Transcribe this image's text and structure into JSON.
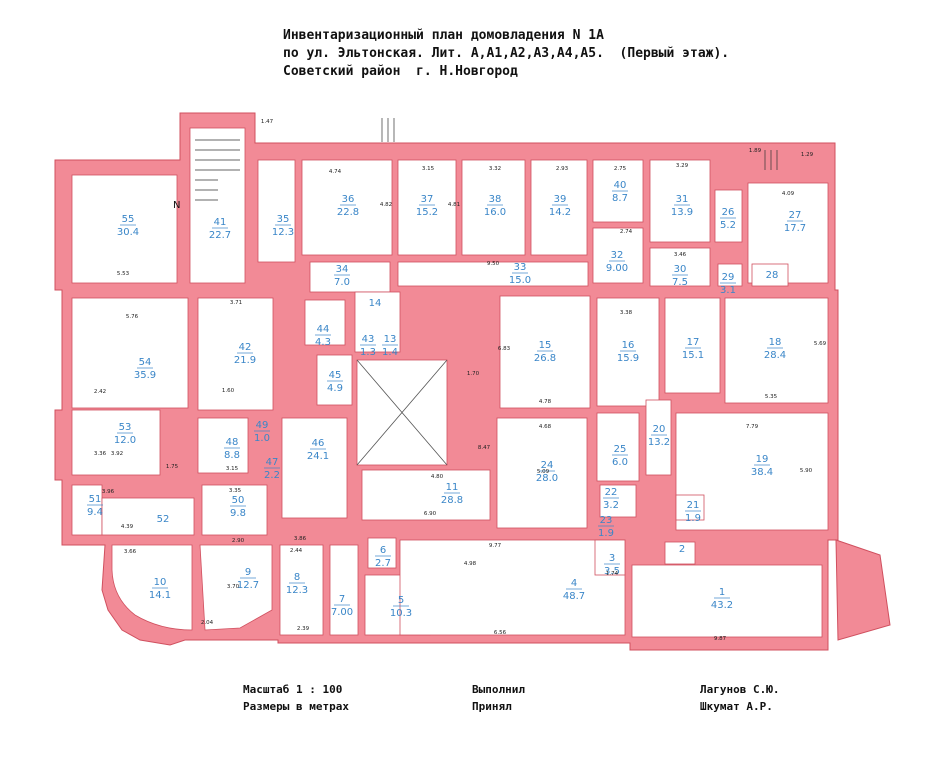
{
  "header": {
    "line1": "Инвентаризационный план домовладения N 1А",
    "line2": "по ул. Эльтонская. Лит. А,А1,А2,А3,А4,А5.  (Первый этаж).",
    "line3": "Советский район  г. Н.Новгород"
  },
  "footer": {
    "scale": "Масштаб 1 : 100",
    "units": "Размеры в метрах",
    "done_label": "Выполнил",
    "accepted_label": "Принял",
    "done_name": "Лагунов С.Ю.",
    "accepted_name": "Шкумат А.Р."
  },
  "colors": {
    "wall": "#f28a96",
    "wall_edge": "#d0505f",
    "room_label": "#3a86c8"
  },
  "compass_letter": "N",
  "rooms": [
    {
      "num": "55",
      "area": "30.4"
    },
    {
      "num": "41",
      "area": "22.7"
    },
    {
      "num": "35",
      "area": "12.3"
    },
    {
      "num": "36",
      "area": "22.8"
    },
    {
      "num": "37",
      "area": "15.2"
    },
    {
      "num": "38",
      "area": "16.0"
    },
    {
      "num": "39",
      "area": "14.2"
    },
    {
      "num": "40",
      "area": "8.7"
    },
    {
      "num": "31",
      "area": "13.9"
    },
    {
      "num": "26",
      "area": "5.2"
    },
    {
      "num": "27",
      "area": "17.7"
    },
    {
      "num": "34",
      "area": "7.0"
    },
    {
      "num": "33",
      "area": "15.0"
    },
    {
      "num": "32",
      "area": "9.00"
    },
    {
      "num": "30",
      "area": "7.5"
    },
    {
      "num": "29",
      "area": "3.1"
    },
    {
      "num": "28",
      "area": ""
    },
    {
      "num": "14",
      "area": ""
    },
    {
      "num": "44",
      "area": "4.3"
    },
    {
      "num": "43",
      "area": "1.3"
    },
    {
      "num": "13",
      "area": "1.4"
    },
    {
      "num": "54",
      "area": "35.9"
    },
    {
      "num": "42",
      "area": "21.9"
    },
    {
      "num": "45",
      "area": "4.9"
    },
    {
      "num": "15",
      "area": "26.8"
    },
    {
      "num": "16",
      "area": "15.9"
    },
    {
      "num": "17",
      "area": "15.1"
    },
    {
      "num": "18",
      "area": "28.4"
    },
    {
      "num": "53",
      "area": "12.0"
    },
    {
      "num": "48",
      "area": "8.8"
    },
    {
      "num": "49",
      "area": "1.0"
    },
    {
      "num": "47",
      "area": "2.2"
    },
    {
      "num": "46",
      "area": "24.1"
    },
    {
      "num": "11",
      "area": "28.8"
    },
    {
      "num": "24",
      "area": "28.0"
    },
    {
      "num": "25",
      "area": "6.0"
    },
    {
      "num": "20",
      "area": "13.2"
    },
    {
      "num": "19",
      "area": "38.4"
    },
    {
      "num": "22",
      "area": "3.2"
    },
    {
      "num": "23",
      "area": "1.9"
    },
    {
      "num": "21",
      "area": "1.9"
    },
    {
      "num": "51",
      "area": "9.4"
    },
    {
      "num": "52",
      "area": ""
    },
    {
      "num": "50",
      "area": "9.8"
    },
    {
      "num": "6",
      "area": "2.7"
    },
    {
      "num": "10",
      "area": "14.1"
    },
    {
      "num": "9",
      "area": "12.7"
    },
    {
      "num": "8",
      "area": "12.3"
    },
    {
      "num": "7",
      "area": "7.00"
    },
    {
      "num": "5",
      "area": "10.3"
    },
    {
      "num": "4",
      "area": "48.7"
    },
    {
      "num": "3",
      "area": "3.5"
    },
    {
      "num": "2",
      "area": ""
    },
    {
      "num": "1",
      "area": "43.2"
    }
  ],
  "dims": [
    "4.74",
    "3.15",
    "3.32",
    "2.93",
    "2.75",
    "3.29",
    "4.09",
    "3.71",
    "5.76",
    "5.53",
    "9.50",
    "1.70",
    "3.96",
    "4.80",
    "6.90",
    "5.09",
    "4.68",
    "4.78",
    "7.79",
    "5.35",
    "3.38",
    "9.77",
    "9.87",
    "3.86",
    "3.36",
    "3.66",
    "3.70",
    "2.44",
    "2.39",
    "4.39",
    "3.35",
    "2.90",
    "6.56",
    "2.04",
    "4.98",
    "5.90",
    "5.69",
    "8.47",
    "6.83",
    "4.82",
    "4.81",
    "1.47",
    "1.89",
    "1.29",
    "3.46",
    "2.74",
    "1.74",
    "3.92",
    "2.42",
    "1.75",
    "3.15",
    "1.60"
  ]
}
